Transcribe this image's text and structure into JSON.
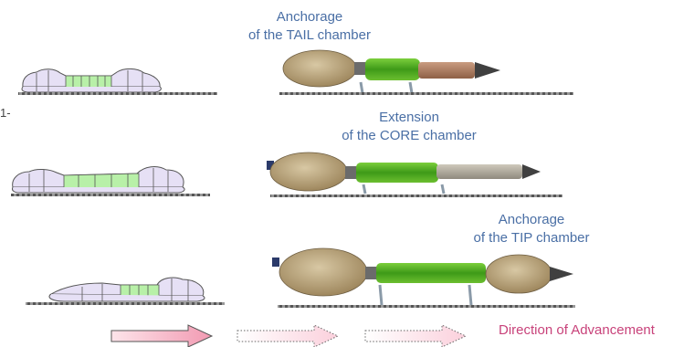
{
  "captions": [
    {
      "line1": "Anchorage",
      "line2": "of the TAIL chamber"
    },
    {
      "line1": "Extension",
      "line2": "of the CORE chamber"
    },
    {
      "line1": "Anchorage",
      "line2": "of the TIP chamber"
    }
  ],
  "direction_label": "Direction of Advancement",
  "stray_mark": "1-",
  "colors": {
    "caption_text": "#4a6fa5",
    "direction_text": "#c8427a",
    "worm_body": "#e6e0f5",
    "worm_core": "#b8f0a8",
    "ground": "#555555",
    "chamber_tan": "#b09a72",
    "core_green": "#4caf20",
    "tail_pink": "#b8876a",
    "arrow_fill": "#f5b8c8"
  }
}
